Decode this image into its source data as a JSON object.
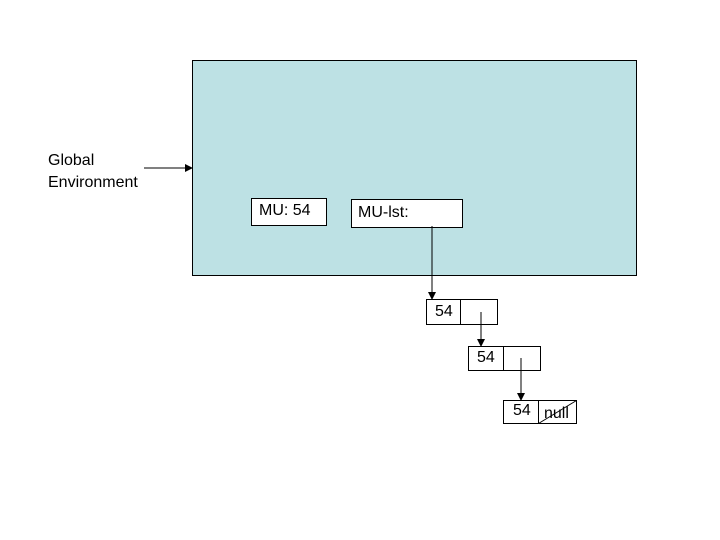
{
  "global_env": {
    "label_line1": "Global",
    "label_line2": "Environment",
    "fill_color": "#bde1e4"
  },
  "bindings": [
    {
      "name": "MU",
      "text": "MU: 54"
    },
    {
      "name": "MU-lst",
      "text": "MU-lst:"
    }
  ],
  "list_nodes": [
    {
      "car": "54",
      "cdr": ""
    },
    {
      "car": "54",
      "cdr": ""
    },
    {
      "car": "54",
      "cdr": "null"
    }
  ]
}
